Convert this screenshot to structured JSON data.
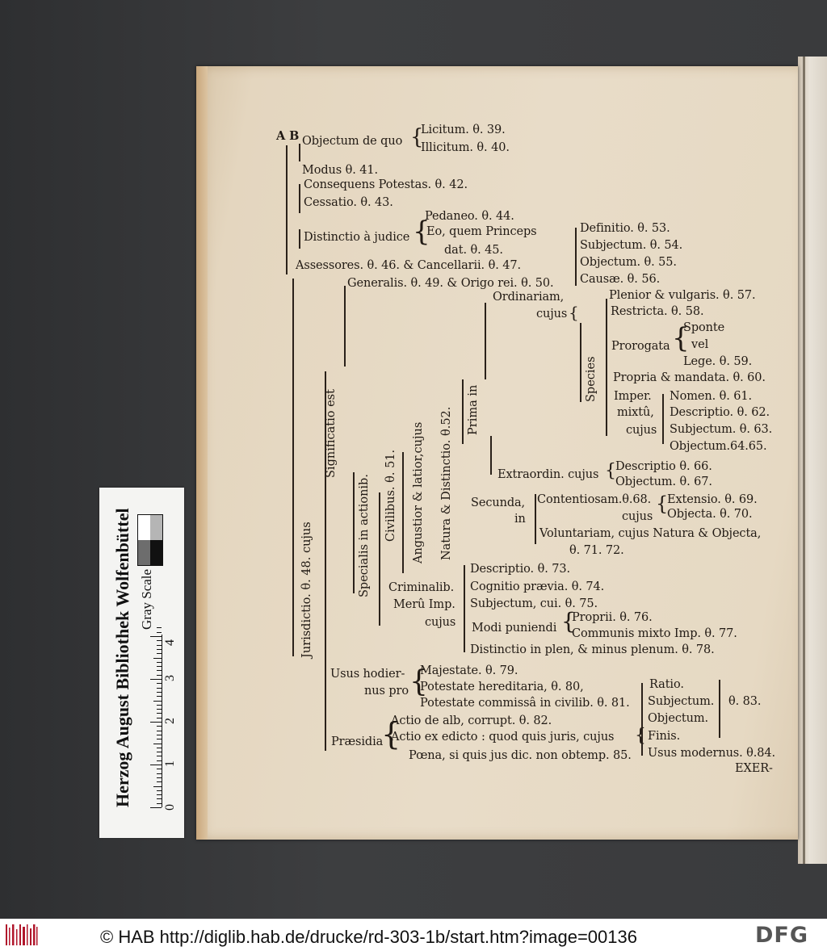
{
  "document": {
    "lines": {
      "ab": "A B",
      "objectum": "Objectum de quo",
      "licitum": "Licitum. θ. 39.",
      "illicitum": "Illicitum. θ. 40.",
      "modus": "Modus θ. 41.",
      "consequens": "Consequens Potestas. θ. 42.",
      "cessatio": "Cessatio. θ. 43.",
      "distinctio_judice": "Distinctio à judice",
      "pedaneo": "Pedaneo. θ. 44.",
      "eo_quem": "Eo, quem Princeps",
      "dat45": "dat. θ. 45.",
      "assessores": "Assessores. θ. 46. & Cancellarii. θ. 47.",
      "generalis": "Generalis. θ. 49. & Origo rei. θ. 50.",
      "definitio": "Definitio. θ. 53.",
      "subjectum54": "Subjectum. θ. 54.",
      "objectum55": "Objectum. θ. 55.",
      "causae": "Causæ. θ. 56.",
      "ordinariam": "Ordinariam,",
      "cujus_ord": "cujus",
      "plenior": "Plenior & vulgaris. θ. 57.",
      "restricta": "Restricta. θ. 58.",
      "prorogata": "Prorogata",
      "sponte": "Sponte",
      "vel": "vel",
      "lege": "Lege. θ. 59.",
      "species": "Species",
      "propria": "Propria & mandata. θ. 60.",
      "imper": "Imper.",
      "mixtu": "mixtû,",
      "cujus_mixt": "cujus",
      "nomen": "Nomen. θ. 61.",
      "descriptio62": "Descriptio. θ. 62.",
      "subjectum63": "Subjectum. θ. 63.",
      "objectum6465": "Objectum.64.65.",
      "extraordin": "Extraordin. cujus",
      "descriptio66": "Descriptio θ. 66.",
      "objectum67": "Objectum. θ. 67.",
      "secunda": "Secunda,",
      "in_sec": "in",
      "contentiosam": "Contentiosam.θ.68.",
      "cujus_cont": "cujus",
      "extensio": "Extensio. θ. 69.",
      "objecta70": "Objecta. θ. 70.",
      "voluntariam": "Voluntariam, cujus Natura & Objecta,",
      "theta7172": "θ. 71. 72.",
      "descriptio73": "Descriptio. θ. 73.",
      "criminalib": "Criminalib.",
      "cognitio": "Cognitio prævia. θ. 74.",
      "meru": "Merû Imp.",
      "subjectum75": "Subjectum, cui. θ. 75.",
      "cujus_crim": "cujus",
      "modi": "Modi puniendi",
      "proprii": "Proprii. θ. 76.",
      "communis": "Communis mixto Imp. θ. 77.",
      "distinctio78": "Distinctio in plen, & minus plenum. θ. 78.",
      "usus_hodier": "Usus hodier-",
      "nus_pro": "nus pro",
      "majestate": "Majestate. θ. 79.",
      "potestate80": "Potestate hereditaria, θ. 80,",
      "potestate81": "Potestate commissâ in civilib. θ. 81.",
      "ratio": "Ratio.",
      "subjectum_r": "Subjectum.",
      "objectum_r": "Objectum.",
      "finis": "Finis.",
      "theta83": "θ. 83.",
      "actio82": "Actio de alb, corrupt. θ. 82.",
      "praesidia": "Præsidia",
      "actio_edicto": "Actio ex edicto : quod quis juris, cujus",
      "poena": "Pœna, si quis jus dic. non obtemp. 85.",
      "usus_modernus": "Usus modernus. θ.84.",
      "exer": "EXER-"
    },
    "vertical": {
      "jurisdictio": "Jurisdictio. θ. 48. cujus",
      "significatio": "Significatio est",
      "specialis": "Specialis in actionib.",
      "civilibus": "Civilibus. θ. 51.",
      "angustior": "Angustior & latior,cujus",
      "natura": "Natura & Distinctio. θ.52.",
      "prima": "Prima in"
    }
  },
  "scale_card": {
    "institution": "Herzog August Bibliothek Wolfenbüttel",
    "label": "Gray Scale",
    "ticks": [
      "0",
      "1",
      "2",
      "3",
      "4"
    ],
    "swatches": [
      "#ffffff",
      "#b5b5b5",
      "#6d6d6d",
      "#111111"
    ]
  },
  "footer": {
    "citation": "© HAB http://diglib.hab.de/drucke/rd-303-1b/start.htm?image=00136",
    "logo": "DFG"
  }
}
